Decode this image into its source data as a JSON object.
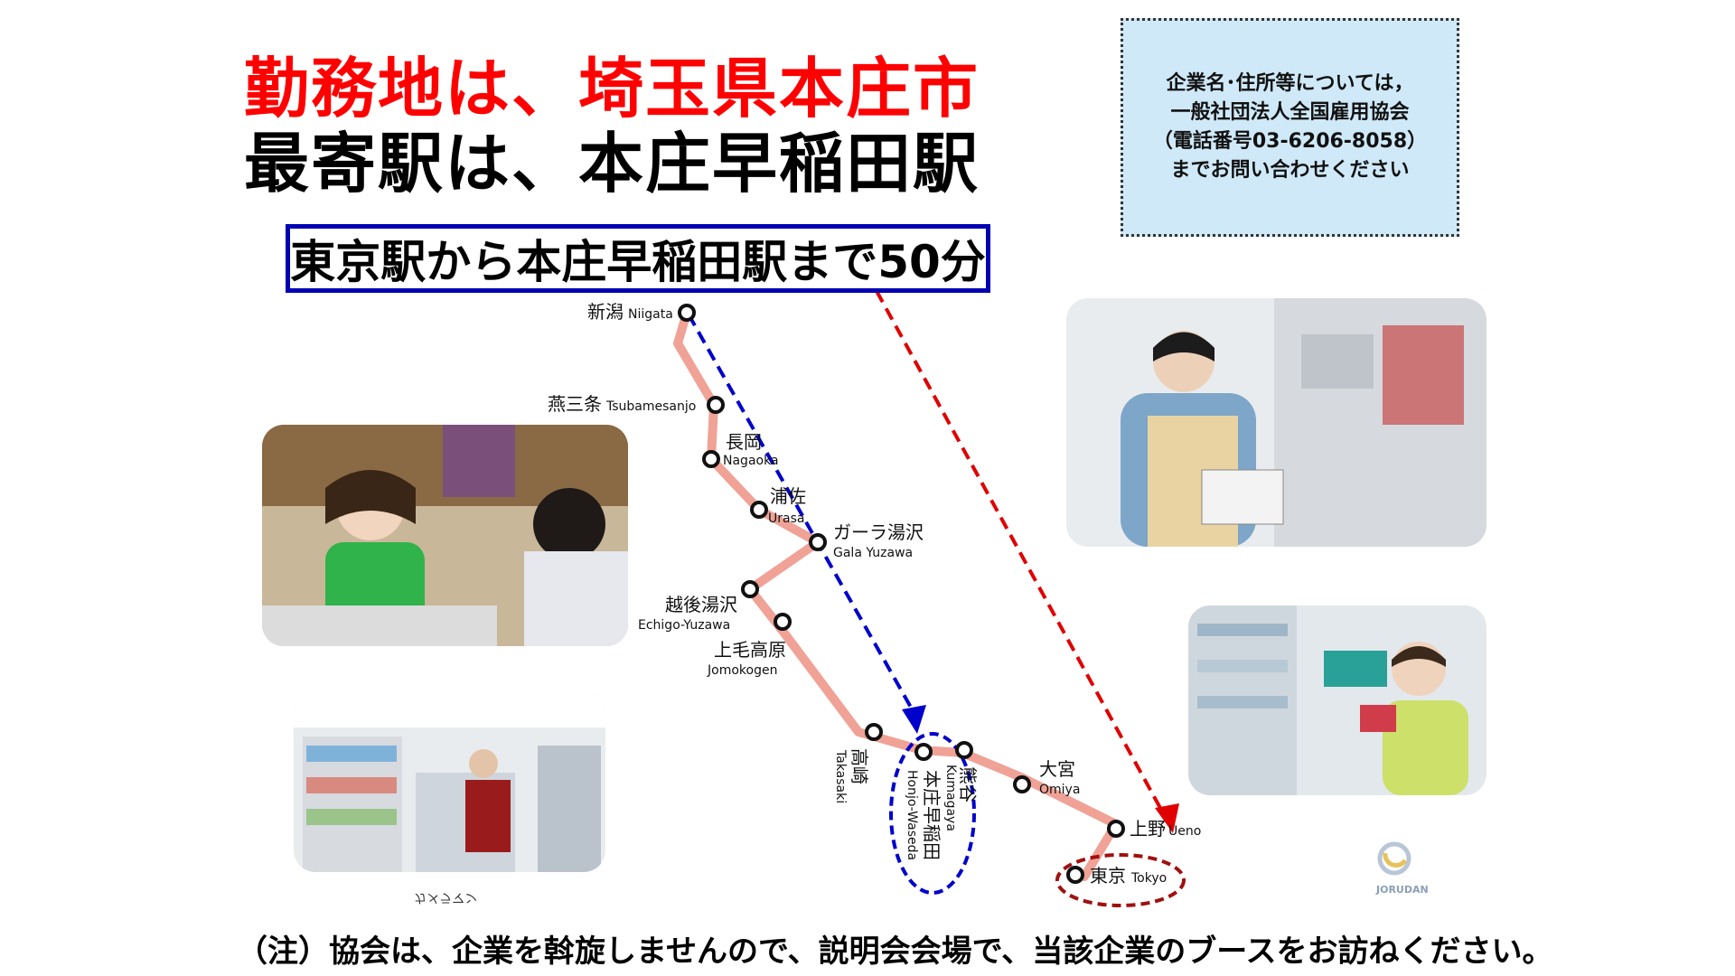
{
  "headline": {
    "line1": "勤務地は、埼玉県本庄市",
    "line2": "最寄駅は、本庄早稲田駅"
  },
  "travel_time": "東京駅から本庄早稲田駅まで50分",
  "contact": {
    "lines": [
      "企業名･住所等については，",
      "一般社団法人全国雇用協会",
      "（電話番号03-6206-8058）",
      "までお問い合わせください"
    ]
  },
  "stations": {
    "niigata": {
      "jp": "新潟",
      "en": "Niigata"
    },
    "tsubamesanjo": {
      "jp": "燕三条",
      "en": "Tsubamesanjo"
    },
    "nagaoka": {
      "jp": "長岡",
      "en": "Nagaoka"
    },
    "urasa": {
      "jp": "浦佐",
      "en": "Urasa"
    },
    "gala_yuzawa": {
      "jp": "ガーラ湯沢",
      "en": "Gala Yuzawa"
    },
    "echigo_yuzawa": {
      "jp": "越後湯沢",
      "en": "Echigo-Yuzawa"
    },
    "jomokogen": {
      "jp": "上毛高原",
      "en": "Jomokogen"
    },
    "takasaki": {
      "jp": "高崎",
      "en": "Takasaki"
    },
    "honjo_waseda": {
      "jp": "本庄早稲田",
      "en": "Honjo-Waseda"
    },
    "kumagaya": {
      "jp": "熊谷",
      "en": "Kumagaya"
    },
    "omiya": {
      "jp": "大宮",
      "en": "Omiya"
    },
    "ueno": {
      "jp": "上野",
      "en": "Ueno"
    },
    "tokyo": {
      "jp": "東京",
      "en": "Tokyo"
    }
  },
  "colors": {
    "headline_red": "#ff0000",
    "route_line": "#f0a296",
    "blue_arrow": "#0000cc",
    "red_arrow": "#e00000",
    "honjo_circle": "#0000cc",
    "tokyo_ellipse": "#a01010"
  },
  "logo_caption": "JORUDAN",
  "photo_credit": "カメラマン",
  "footnote": "（注）協会は、企業を斡旋しませんので、説明会会場で、当該企業のブースをお訪ねください。"
}
